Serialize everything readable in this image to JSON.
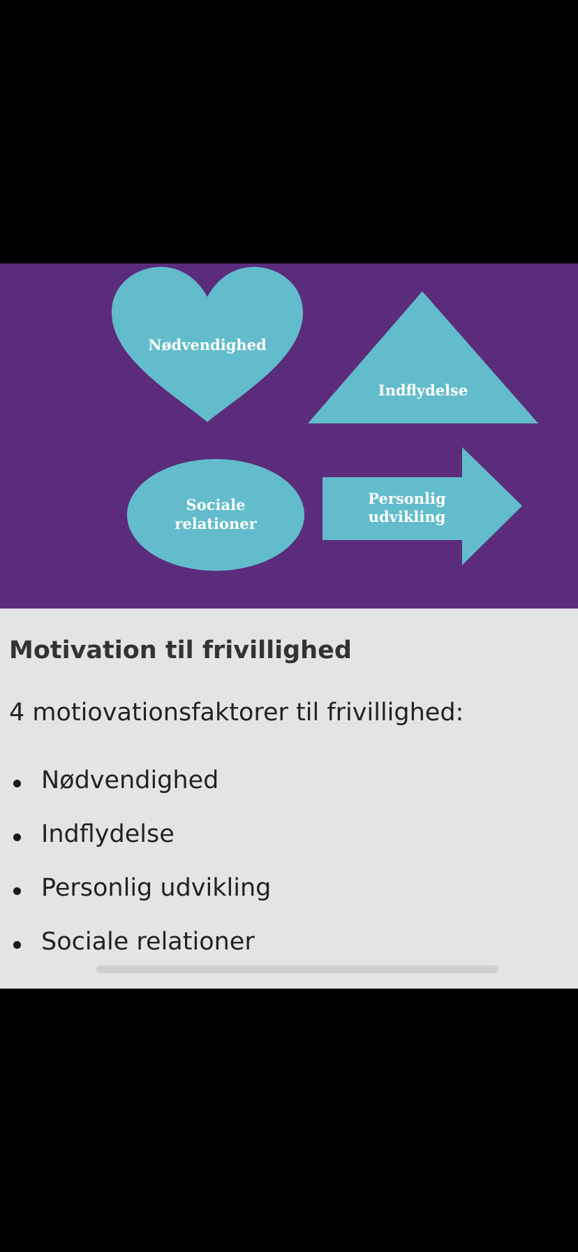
{
  "colors": {
    "banner_background": "#5c2c7c",
    "shape_fill": "#62bccb",
    "card_background": "#e4e4e4",
    "screen_background": "#000000"
  },
  "banner": {
    "shapes": [
      {
        "shape": "heart",
        "label_lines": [
          "Nødvendighed"
        ]
      },
      {
        "shape": "triangle",
        "label_lines": [
          "Indflydelse"
        ]
      },
      {
        "shape": "ellipse",
        "label_lines": [
          "Sociale",
          "relationer"
        ]
      },
      {
        "shape": "arrow-right",
        "label_lines": [
          "Personlig",
          "udvikling"
        ]
      }
    ]
  },
  "card": {
    "title": "Motivation til frivillighed",
    "intro": "4 motiovationsfaktorer til frivillighed:",
    "factors": [
      "Nødvendighed",
      "Indflydelse",
      "Personlig udvikling",
      "Sociale relationer"
    ]
  }
}
